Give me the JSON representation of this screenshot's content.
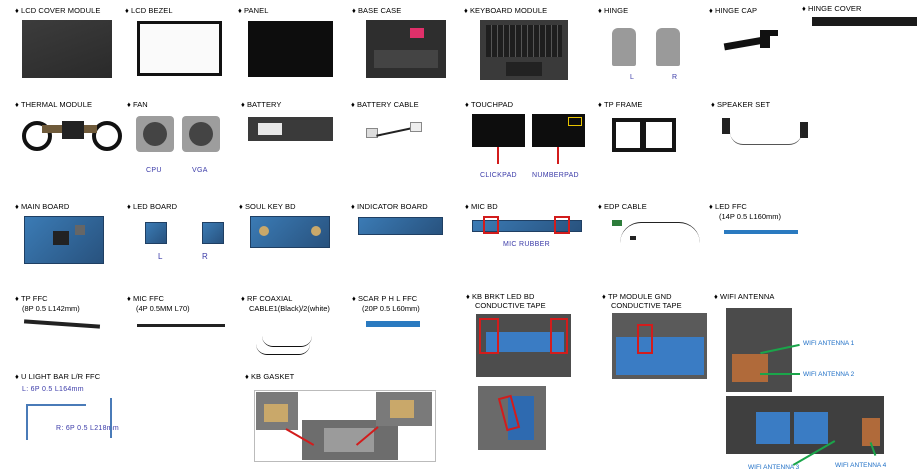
{
  "bullet": "♦",
  "parts": {
    "lcd_cover_module": "LCD COVER MODULE",
    "lcd_bezel": "LCD BEZEL",
    "panel": "PANEL",
    "base_case": "BASE CASE",
    "keyboard_module": "KEYBOARD MODULE",
    "hinge": "HINGE",
    "hinge_cap": "HINGE CAP",
    "hinge_cover": "HINGE COVER",
    "thermal_module": "THERMAL MODULE",
    "fan": "FAN",
    "battery": "BATTERY",
    "battery_cable": "BATTERY CABLE",
    "touchpad": "TOUCHPAD",
    "tp_frame": "TP FRAME",
    "speaker_set": "SPEAKER SET",
    "main_board": "MAIN BOARD",
    "led_board": "LED BOARD",
    "soul_key_bd": "SOUL KEY BD",
    "indicator_board": "INDICATOR BOARD",
    "mic_bd": "MIC BD",
    "edp_cable": "EDP CABLE",
    "led_ffc": "LED FFC",
    "led_ffc_spec": "(14P 0.5 L160mm)",
    "tp_ffc": "TP FFC",
    "tp_ffc_spec": "(8P 0.5 L142mm)",
    "mic_ffc": "MIC FFC",
    "mic_ffc_spec": "(4P 0.5MM L70)",
    "rf_coaxial": "RF COAXIAL",
    "rf_coaxial_spec": "CABLE1(Black)/2(white)",
    "scar_ffc": "SCAR P H L FFC",
    "scar_ffc_spec": "(20P 0.5 L60mm)",
    "kb_brkt_line1": "KB BRKT LED BD",
    "kb_brkt_line2": "CONDUCTIVE TAPE",
    "tp_module_gnd_line1": "TP MODULE GND",
    "tp_module_gnd_line2": "CONDUCTIVE TAPE",
    "wifi_antenna": "WIFI ANTENNA",
    "u_light_bar": "U LIGHT BAR L/R FFC",
    "u_light_l": "L: 6P 0.5 L164mm",
    "u_light_r": "R: 6P 0.5 L218mm",
    "kb_gasket": "KB GASKET"
  },
  "captions": {
    "hinge_l": "L",
    "hinge_r": "R",
    "fan_cpu": "CPU",
    "fan_vga": "VGA",
    "clickpad": "CLICKPAD",
    "numberpad": "NUMBERPAD",
    "led_l": "L",
    "led_r": "R",
    "mic_rubber": "MIC RUBBER",
    "wifi_antenna_1": "WIFI ANTENNA 1",
    "wifi_antenna_2": "WIFI ANTENNA 2",
    "wifi_antenna_3": "WIFI ANTENNA 3",
    "wifi_antenna_4": "WIFI ANTENNA 4"
  },
  "colors": {
    "caption_blue": "#3a3aa8",
    "highlight_red": "#d21c1c",
    "arrow_green": "#1aa54a"
  }
}
